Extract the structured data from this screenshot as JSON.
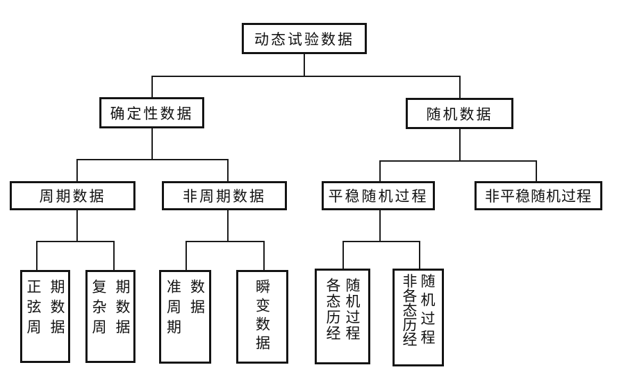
{
  "diagram": {
    "type": "tree",
    "root": {
      "label": "动态试验数据",
      "children": [
        {
          "label": "确定性数据",
          "children": [
            {
              "label": "周期数据",
              "children": [
                {
                  "label": "正弦周期数据",
                  "columns": [
                    "正弦周",
                    "期数据"
                  ]
                },
                {
                  "label": "复杂周期数据",
                  "columns": [
                    "复杂周",
                    "期数据"
                  ]
                }
              ]
            },
            {
              "label": "非周期数据",
              "children": [
                {
                  "label": "准周期数据",
                  "columns": [
                    "准周期",
                    "数据"
                  ]
                },
                {
                  "label": "瞬变数据",
                  "columns": [
                    "瞬变数据"
                  ]
                }
              ]
            }
          ]
        },
        {
          "label": "随机数据",
          "children": [
            {
              "label": "平稳随机过程",
              "children": [
                {
                  "label": "各态历经随机过程",
                  "columns": [
                    "各态历经",
                    "随机过程"
                  ]
                },
                {
                  "label": "非各态历经随机过程",
                  "columns": [
                    "非各态历经",
                    "随机过程"
                  ]
                }
              ]
            },
            {
              "label": "非平稳随机过程",
              "children": []
            }
          ]
        }
      ]
    }
  }
}
